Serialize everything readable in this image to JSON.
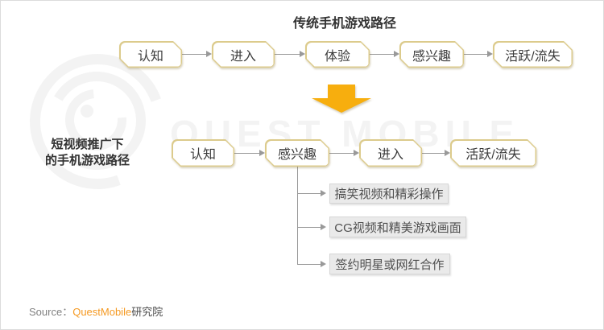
{
  "colors": {
    "page_border": "#dcdcdc",
    "node_border": "#dccb8c",
    "node_text": "#3b3b3b",
    "connector": "#999999",
    "arrow_yellow": "#f7ae0e",
    "branch_bg": "#eaeaea",
    "branch_border": "#d6d6d6",
    "branch_text": "#4f4f4f",
    "text_dark": "#333333",
    "source_gray": "#808080",
    "brand_orange": "#f59a23",
    "watermark_gray": "#f3f3f3"
  },
  "watermark": {
    "text": "QUEST MOBILE"
  },
  "top_flow": {
    "title": "传统手机游戏路径",
    "steps": [
      "认知",
      "进入",
      "体验",
      "感兴趣",
      "活跃/流失"
    ]
  },
  "bottom_flow": {
    "label_line1": "短视频推广下",
    "label_line2": "的手机游戏路径",
    "steps": [
      "认知",
      "感兴趣",
      "进入",
      "活跃/流失"
    ],
    "branches": [
      "搞笑视频和精彩操作",
      "CG视频和精美游戏画面",
      "签约明星或网红合作"
    ]
  },
  "source": {
    "prefix": "Source：",
    "brand": "QuestMobile",
    "suffix": "研究院"
  }
}
